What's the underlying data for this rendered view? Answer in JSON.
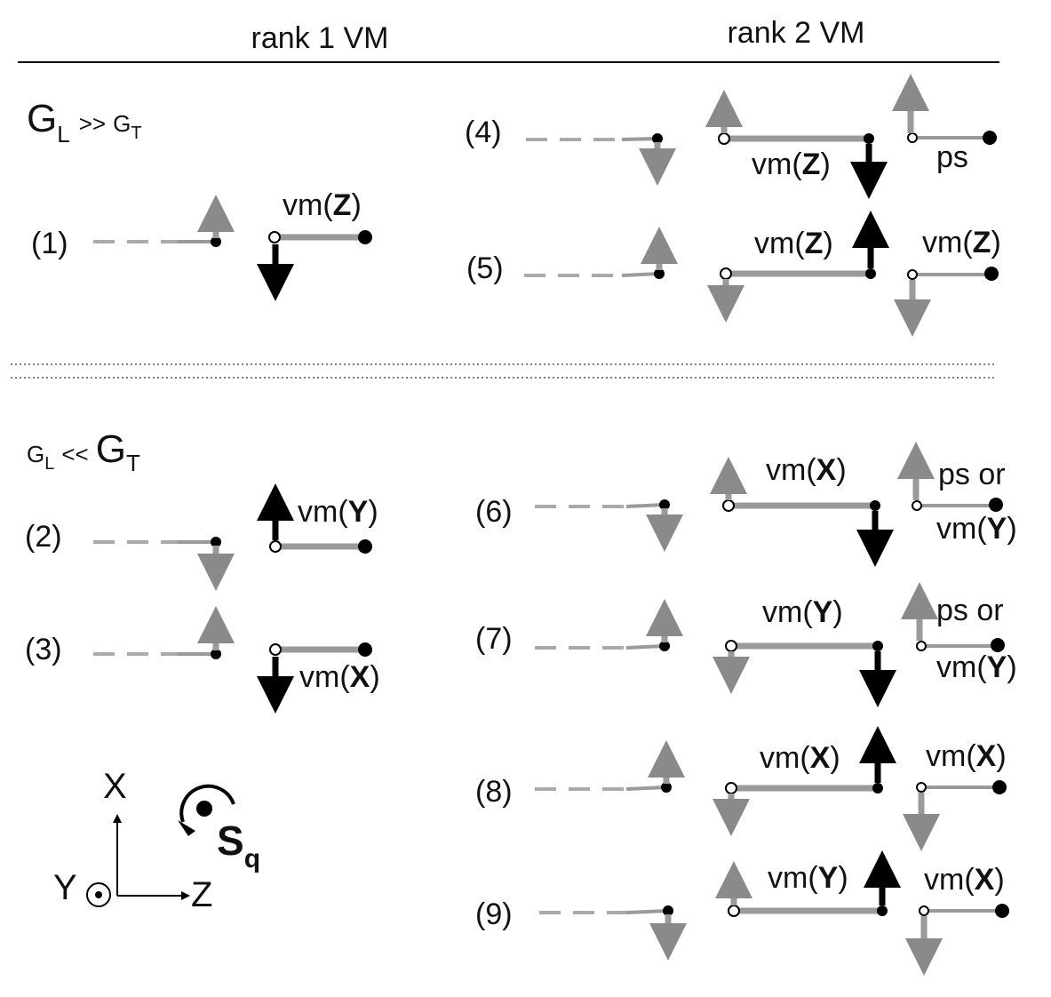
{
  "header": {
    "left_title": "rank 1 VM",
    "right_title": "rank 2 VM"
  },
  "regimes": {
    "top": {
      "G_main": "G",
      "sub_1": "L",
      "op": ">>",
      "G_second": "G",
      "sub_2": "T"
    },
    "bottom": {
      "G_main": "G",
      "sub_1": "L",
      "op": "<<",
      "G_second": "G",
      "sub_2": "T"
    }
  },
  "cases": [
    {
      "id": "1",
      "label": "(1)",
      "mode": "vm(Z)",
      "mode_prefix": "vm(",
      "mode_axis": "Z",
      "mode_suffix": ")"
    },
    {
      "id": "2",
      "label": "(2)",
      "mode_prefix": "vm(",
      "mode_axis": "Y",
      "mode_suffix": ")"
    },
    {
      "id": "3",
      "label": "(3)",
      "mode_prefix": "vm(",
      "mode_axis": "X",
      "mode_suffix": ")"
    },
    {
      "id": "4",
      "label": "(4)",
      "mode_prefix": "vm(",
      "mode_axis": "Z",
      "mode_suffix": ")",
      "extra": "ps"
    },
    {
      "id": "5",
      "label": "(5)",
      "mode_prefix": "vm(",
      "mode_axis": "Z",
      "mode_suffix": ")",
      "extra_prefix": "vm(",
      "extra_axis": "Z",
      "extra_suffix": ")"
    },
    {
      "id": "6",
      "label": "(6)",
      "mode_prefix": "vm(",
      "mode_axis": "X",
      "mode_suffix": ")",
      "extra_line1": "ps or",
      "extra_prefix": "vm(",
      "extra_axis": "Y",
      "extra_suffix": ")"
    },
    {
      "id": "7",
      "label": "(7)",
      "mode_prefix": "vm(",
      "mode_axis": "Y",
      "mode_suffix": ")",
      "extra_line1": "ps or",
      "extra_prefix": "vm(",
      "extra_axis": "Y",
      "extra_suffix": ")"
    },
    {
      "id": "8",
      "label": "(8)",
      "mode_prefix": "vm(",
      "mode_axis": "X",
      "mode_suffix": ")",
      "extra_prefix": "vm(",
      "extra_axis": "X",
      "extra_suffix": ")"
    },
    {
      "id": "9",
      "label": "(9)",
      "mode_prefix": "vm(",
      "mode_axis": "Y",
      "mode_suffix": ")",
      "extra_prefix": "vm(",
      "extra_axis": "X",
      "extra_suffix": ")"
    }
  ],
  "axes": {
    "x_label": "X",
    "y_label": "Y",
    "z_label": "Z",
    "s_main": "S",
    "s_sub": "q"
  },
  "colors": {
    "gray": "#9a9a9a",
    "light_gray": "#aaaaaa",
    "black": "#000000"
  }
}
